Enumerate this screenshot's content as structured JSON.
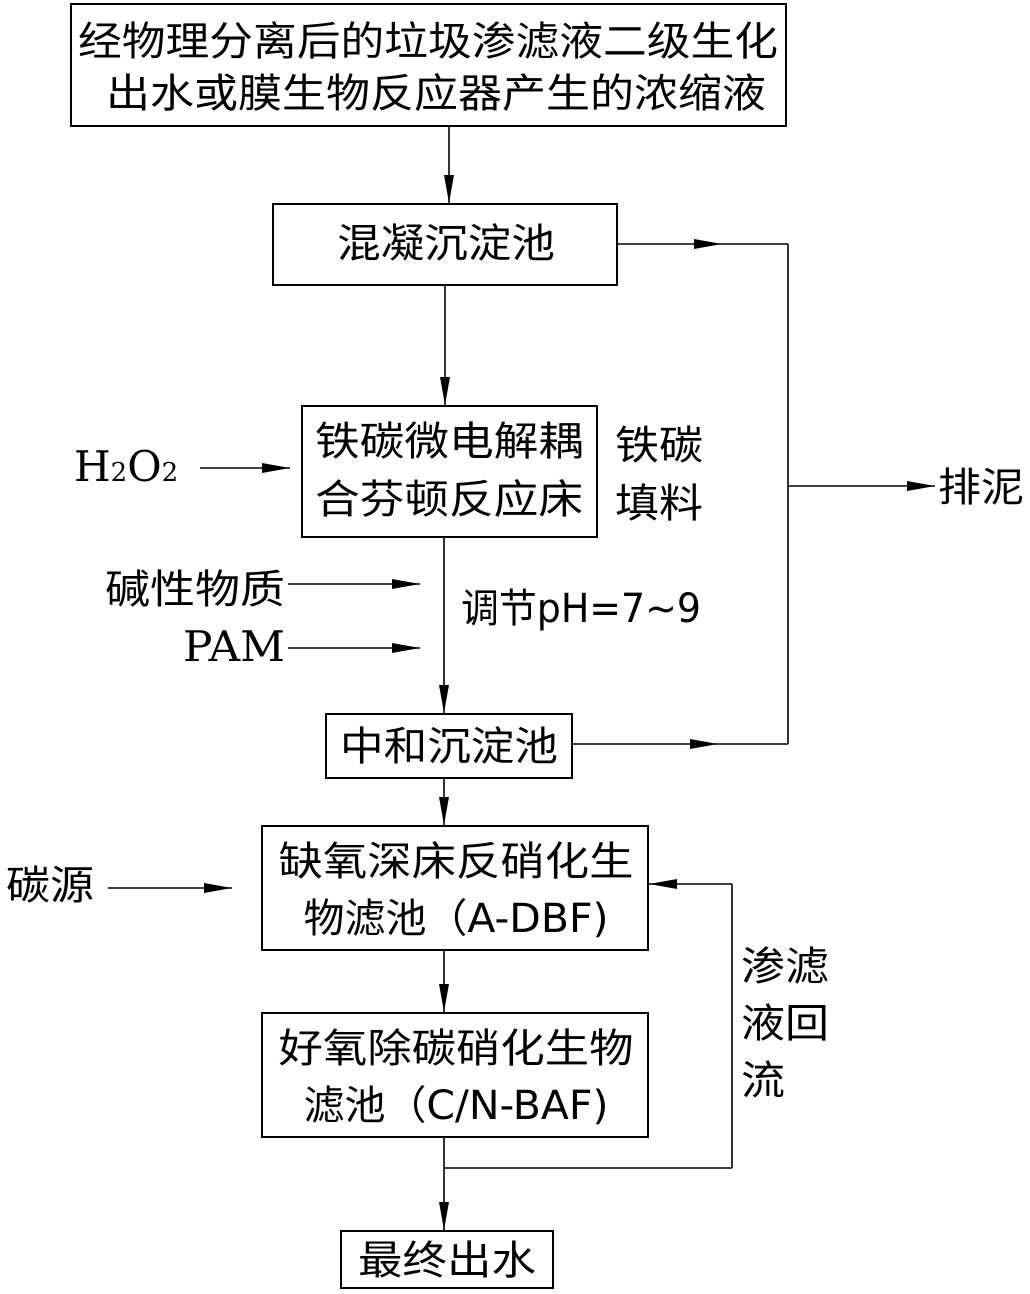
{
  "diagram": {
    "type": "process-flowchart",
    "colors": {
      "stroke": "#000000",
      "background": "#ffffff",
      "text": "#000000"
    },
    "boxes": {
      "input": {
        "lines": [
          "经物理分离后的垃圾渗滤液二级生化",
          "出水或膜生物反应器产生的浓缩液"
        ]
      },
      "coagulation": {
        "lines": [
          "混凝沉淀池"
        ]
      },
      "fenton": {
        "lines": [
          "铁碳微电解耦",
          "合芬顿反应床"
        ]
      },
      "neutralization": {
        "lines": [
          "中和沉淀池"
        ]
      },
      "adbf": {
        "lines": [
          "缺氧深床反硝化生",
          "物滤池（A-DBF)"
        ]
      },
      "cnbaf": {
        "lines": [
          "好氧除碳硝化生物",
          "滤池（C/N-BAF)"
        ]
      },
      "final": {
        "lines": [
          "最终出水"
        ]
      }
    },
    "labels": {
      "h2o2": {
        "main1": "H",
        "sub1": "2",
        "main2": "O",
        "sub2": "2"
      },
      "fe_c_filler": {
        "lines": [
          "铁碳",
          "填料"
        ]
      },
      "alkaline": "碱性物质",
      "pam": "PAM",
      "ph_adjust": "调节pH=7~9",
      "sludge": "排泥",
      "carbon_source": "碳源",
      "recycle": {
        "lines": [
          "渗滤",
          "液回",
          "流"
        ]
      }
    },
    "edges": [
      {
        "from": "input",
        "to": "coagulation"
      },
      {
        "from": "coagulation",
        "to": "fenton"
      },
      {
        "from": "h2o2",
        "to": "fenton"
      },
      {
        "from": "fenton",
        "to": "neutralization",
        "note": "调节pH=7~9"
      },
      {
        "from": "alkaline",
        "to": "fenton-neutralization-line"
      },
      {
        "from": "pam",
        "to": "fenton-neutralization-line"
      },
      {
        "from": "coagulation",
        "to": "sludge"
      },
      {
        "from": "neutralization",
        "to": "sludge"
      },
      {
        "from": "neutralization",
        "to": "adbf"
      },
      {
        "from": "carbon_source",
        "to": "adbf"
      },
      {
        "from": "adbf",
        "to": "cnbaf"
      },
      {
        "from": "cnbaf",
        "to": "final"
      },
      {
        "from": "cnbaf",
        "to": "adbf",
        "note": "渗滤液回流"
      }
    ]
  }
}
